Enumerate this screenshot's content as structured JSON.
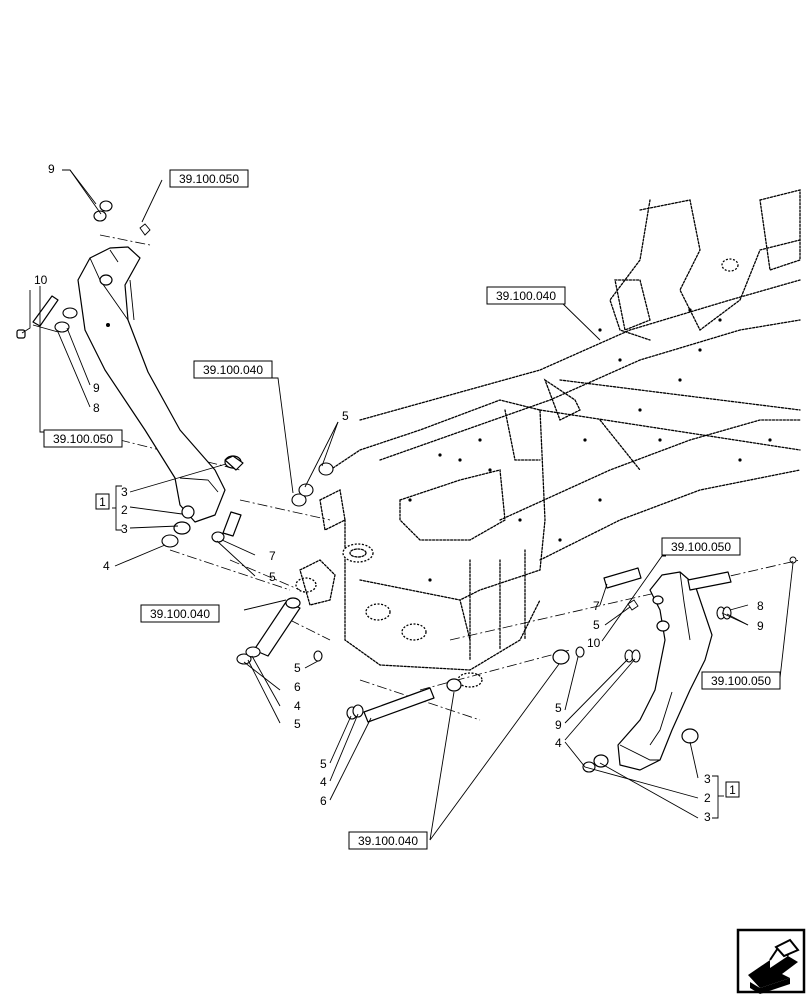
{
  "references": {
    "r1": "39.100.050",
    "r2": "39.100.040",
    "r3": "39.100.050",
    "r4": "39.100.040",
    "r5": "39.100.040",
    "r6": "39.100.050",
    "r7": "39.100.050",
    "r8": "39.100.040"
  },
  "callouts": {
    "c9a": "9",
    "c10a": "10",
    "c9b": "9",
    "c8a": "8",
    "c5a": "5",
    "c3a": "3",
    "c2a": "2",
    "c3b": "3",
    "c4a": "4",
    "c7a": "7",
    "c5b": "5",
    "c5c": "5",
    "c6a": "6",
    "c4b": "4",
    "c5d": "5",
    "c5e": "5",
    "c4c": "4",
    "c6b": "6",
    "c7b": "7",
    "c5f": "5",
    "c10b": "10",
    "c8b": "8",
    "c9c": "9",
    "c5g": "5",
    "c9d": "9",
    "c4d": "4",
    "c3c": "3",
    "c2b": "2",
    "c3d": "3"
  },
  "group_labels": {
    "left": "1",
    "right": "1"
  },
  "nav": {
    "icon": "arrow-navigation-icon"
  }
}
